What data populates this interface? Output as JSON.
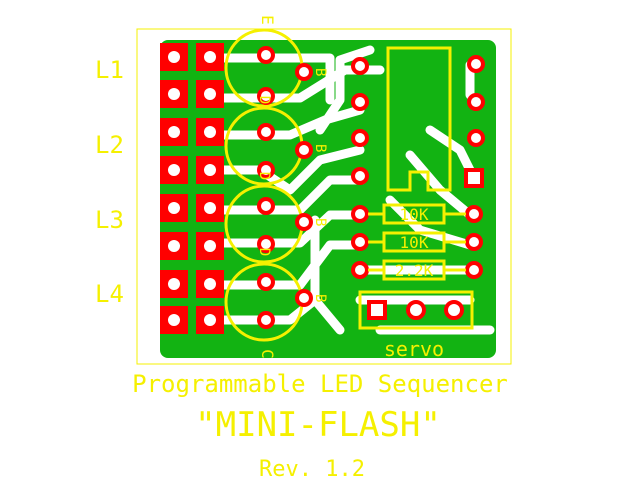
{
  "colors": {
    "background": "#ffffff",
    "copper": "#12b312",
    "pad": "#ff0000",
    "silkscreen": "#f5f000",
    "board_outline": "#f5f000"
  },
  "row_labels": [
    "L1",
    "L2",
    "L3",
    "L4"
  ],
  "transistor_labels": {
    "emitter": "E",
    "base": "B",
    "collector": "C",
    "middle_mark": "D"
  },
  "resistors": [
    {
      "label": "10K"
    },
    {
      "label": "10K"
    },
    {
      "label": "2.2K"
    }
  ],
  "connector_label": "servo",
  "footer": {
    "line1": "Programmable LED Sequencer",
    "line2": "\"MINI-FLASH\"",
    "line3": "Rev. 1.2"
  }
}
